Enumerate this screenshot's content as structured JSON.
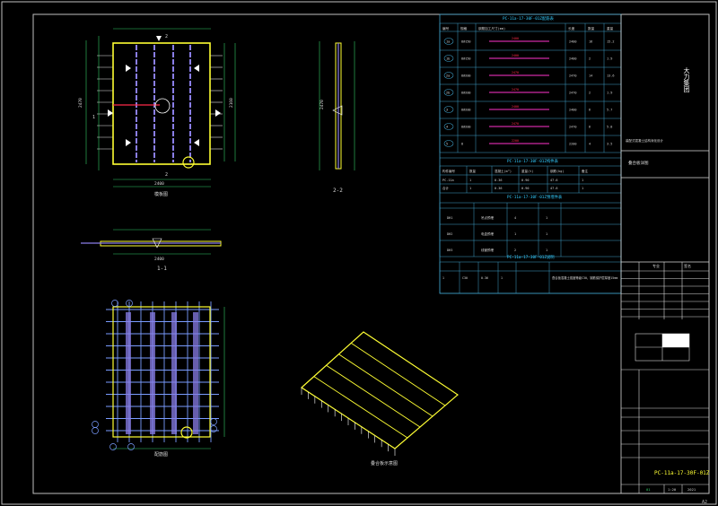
{
  "colors": {
    "background": "#000000",
    "frame": "#d9d9d9",
    "table": "#3fa0c8",
    "table_text": "#d8d8d8",
    "rebar_red": "#ff2a4a",
    "rebar_magenta": "#ff33cc",
    "panel_yellow": "#ffff33",
    "dimension_green": "#33cc66",
    "rebar_white": "#e6e6e6",
    "purple_bar": "#8a7ee8",
    "blue_grid": "#7a9cff",
    "title_cyan": "#33ccff"
  },
  "views": {
    "plan_label": "模板图",
    "plan_dim_bottom": "2400",
    "plan_dim_left": "2470",
    "plan_dim_right": "2160",
    "section_22_label": "2-2",
    "section_22_dim": "2470",
    "section_11_label": "1-1",
    "section_11_dim": "2400",
    "reinforcement_label": "配筋图",
    "iso_label": "叠合板示意图",
    "marker_1": "1",
    "marker_2": "2"
  },
  "rebar_table": {
    "title": "PC-11a-17-30F-01Z配筋表",
    "header": [
      "编号",
      "规格",
      "钢筋加工尺寸(mm)",
      "长度",
      "数量",
      "重量"
    ],
    "rows": [
      {
        "id": "1a",
        "spec": "8@150",
        "len": "2400",
        "qty": "16",
        "wt": "15.2"
      },
      {
        "id": "1b",
        "spec": "8@150",
        "len": "2400",
        "qty": "2",
        "wt": "1.9"
      },
      {
        "id": "2a",
        "spec": "8@200",
        "len": "2470",
        "qty": "14",
        "wt": "13.6"
      },
      {
        "id": "2b",
        "spec": "8@200",
        "len": "2470",
        "qty": "2",
        "wt": "1.9"
      },
      {
        "id": "3",
        "spec": "8@200",
        "len": "2400",
        "qty": "6",
        "wt": "5.7"
      },
      {
        "id": "4",
        "spec": "8@200",
        "len": "2470",
        "qty": "6",
        "wt": "5.8"
      },
      {
        "id": "5",
        "spec": "8",
        "len": "2200",
        "qty": "4",
        "wt": "3.5"
      }
    ],
    "summary_title": "PC-11a-17-30F-01Z构件表",
    "summary_header": [
      "构件编号",
      "数量",
      "混凝土(m³)",
      "重量(t)",
      "钢筋(kg)",
      "备注"
    ],
    "summary_rows": [
      [
        "PC-11a",
        "1",
        "0.36",
        "0.90",
        "47.6",
        "1"
      ],
      [
        "合计",
        "1",
        "0.36",
        "0.90",
        "47.6",
        "1"
      ]
    ],
    "embed_title": "PC-11a-17-30F-01Z预埋件表",
    "embed_rows": [
      [
        "DH1",
        "吊点预埋",
        "4",
        "1"
      ],
      [
        "DH2",
        "电盒预埋",
        "1",
        "1"
      ],
      [
        "DH3",
        "线管预埋",
        "2",
        "1"
      ]
    ],
    "notes_title": "PC-11a-17-30F-01Z说明",
    "notes_row": [
      "1",
      "C30",
      "0.36",
      "1",
      "叠合板混凝土强度等级C30，钢筋保护层厚度15mm"
    ]
  },
  "title_block": {
    "company": "大力集团",
    "project_note": "装配式混凝土结构深化设计",
    "drawing_name": "叠合板详图",
    "col_a": "专业",
    "col_b": "签名",
    "drawing_no": "PC-11a-17-30F-01Z",
    "scale": "1:20",
    "date": "2021",
    "sheet": "01"
  },
  "sheet_label": "A2"
}
